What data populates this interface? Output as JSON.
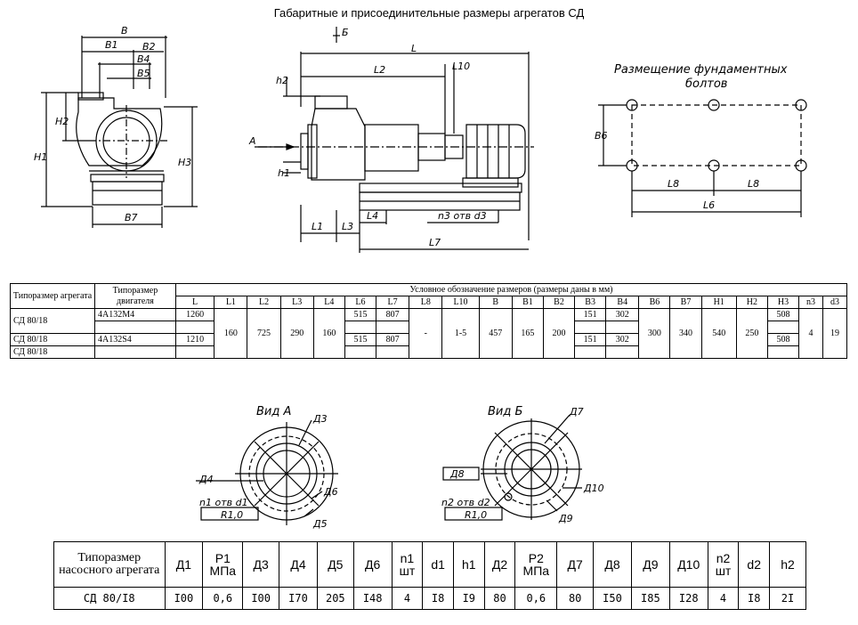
{
  "page_title": "Габаритные и присоединительные размеры агрегатов СД",
  "drawing_labels": {
    "front": [
      "B",
      "B1",
      "B2",
      "B4",
      "B5",
      "H2",
      "H1",
      "H3",
      "B7"
    ],
    "side": [
      "Б",
      "L",
      "L2",
      "L10",
      "h2",
      "A",
      "h1",
      "L1",
      "L3",
      "L4",
      "n3 отв d3",
      "L7"
    ],
    "plan_caption_1": "Размещение фундаментных",
    "plan_caption_2": "болтов",
    "plan": [
      "B6",
      "L8",
      "L8",
      "L6"
    ],
    "view_a_title": "Вид А",
    "view_a": [
      "Д3",
      "Д4",
      "Д6",
      "Д5",
      "n1 отв d1",
      "R1,0"
    ],
    "view_b_title": "Вид Б",
    "view_b": [
      "Д7",
      "Д8",
      "Д10",
      "Д9",
      "n2 отв d2",
      "R1,0"
    ]
  },
  "table1": {
    "h_type_agg": "Типоразмер агрегата",
    "h_type_motor": "Типоразмер двигателя",
    "h_group": "Условное обозначение размеров (размеры даны в мм)",
    "cols": [
      "L",
      "L1",
      "L2",
      "L3",
      "L4",
      "L6",
      "L7",
      "L8",
      "L10",
      "B",
      "B1",
      "B2",
      "B3",
      "B4",
      "B6",
      "B7",
      "H1",
      "H2",
      "H3",
      "n3",
      "d3"
    ],
    "agg_1": "СД 80/18",
    "agg_2": "СД 80/18",
    "agg_3": "СД 80/18",
    "motor_1": "4А132М4",
    "motor_2": "4А132S4",
    "L_1": "1260",
    "L_2": "1210",
    "L1": "160",
    "L2": "725",
    "L3": "290",
    "L4": "160",
    "L6_1": "515",
    "L6_2": "515",
    "L7_1": "807",
    "L7_2": "807",
    "L8": "-",
    "L10": "1-5",
    "B": "457",
    "B1": "165",
    "B2": "200",
    "B3_1": "151",
    "B3_2": "151",
    "B4_1": "302",
    "B4_2": "302",
    "B6": "300",
    "B7": "340",
    "H1": "540",
    "H2": "250",
    "H3_1": "508",
    "H3_2": "508",
    "n3": "4",
    "d3": "19"
  },
  "table2": {
    "h_name": "Типоразмер насосного агрегата",
    "headers": [
      "Д1",
      "P1 МПа",
      "Д3",
      "Д4",
      "Д5",
      "Д6",
      "n1 шт",
      "d1",
      "h1",
      "Д2",
      "P2 МПа",
      "Д7",
      "Д8",
      "Д9",
      "Д10",
      "n2 шт",
      "d2",
      "h2"
    ],
    "row_name": "СД  80/I8",
    "row": [
      "I00",
      "0,6",
      "I00",
      "I70",
      "205",
      "I48",
      "4",
      "I8",
      "I9",
      "80",
      "0,6",
      "80",
      "I50",
      "I85",
      "I28",
      "4",
      "I8",
      "2I"
    ]
  }
}
